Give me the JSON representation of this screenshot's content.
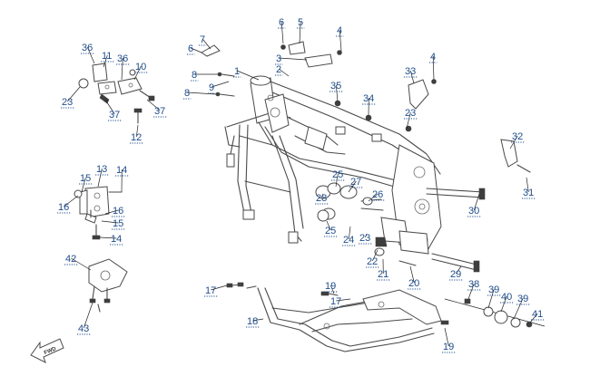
{
  "diagram": {
    "callouts": [
      {
        "label": "1"
      },
      {
        "label": "2"
      },
      {
        "label": "3"
      },
      {
        "label": "4"
      },
      {
        "label": "4"
      },
      {
        "label": "5"
      },
      {
        "label": "6"
      },
      {
        "label": "6"
      },
      {
        "label": "7"
      },
      {
        "label": "8"
      },
      {
        "label": "8"
      },
      {
        "label": "9"
      },
      {
        "label": "10"
      },
      {
        "label": "11"
      },
      {
        "label": "12"
      },
      {
        "label": "13"
      },
      {
        "label": "14"
      },
      {
        "label": "14"
      },
      {
        "label": "15"
      },
      {
        "label": "15"
      },
      {
        "label": "16"
      },
      {
        "label": "16"
      },
      {
        "label": "17"
      },
      {
        "label": "17"
      },
      {
        "label": "18"
      },
      {
        "label": "19"
      },
      {
        "label": "19"
      },
      {
        "label": "20"
      },
      {
        "label": "21"
      },
      {
        "label": "22"
      },
      {
        "label": "23"
      },
      {
        "label": "23"
      },
      {
        "label": "23"
      },
      {
        "label": "24"
      },
      {
        "label": "25"
      },
      {
        "label": "25"
      },
      {
        "label": "26"
      },
      {
        "label": "27"
      },
      {
        "label": "28"
      },
      {
        "label": "29"
      },
      {
        "label": "30"
      },
      {
        "label": "31"
      },
      {
        "label": "32"
      },
      {
        "label": "33"
      },
      {
        "label": "34"
      },
      {
        "label": "35"
      },
      {
        "label": "36"
      },
      {
        "label": "36"
      },
      {
        "label": "37"
      },
      {
        "label": "37"
      },
      {
        "label": "38"
      },
      {
        "label": "39"
      },
      {
        "label": "39"
      },
      {
        "label": "40"
      },
      {
        "label": "41"
      },
      {
        "label": "42"
      },
      {
        "label": "43"
      }
    ],
    "direction_arrow": "FWD",
    "colors": {
      "callout": "#1f4e8c",
      "line": "#4a4a4a"
    }
  }
}
